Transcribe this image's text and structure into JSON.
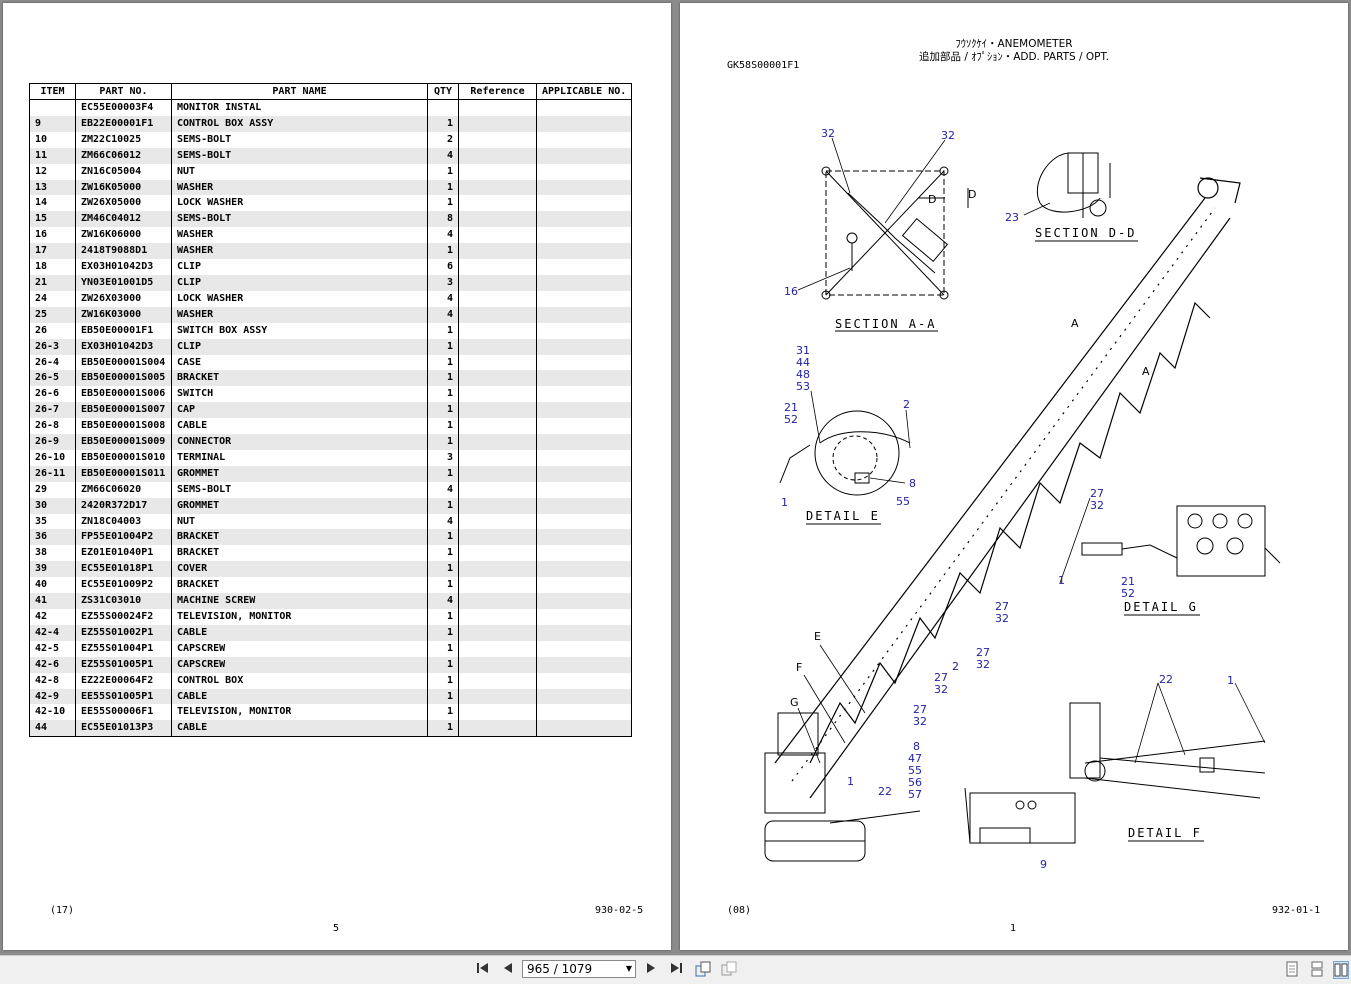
{
  "left_page": {
    "headers": {
      "item": "ITEM",
      "part_no": "PART NO.",
      "part_name": "PART NAME",
      "qty": "QTY",
      "reference": "Reference",
      "applicable": "APPLICABLE NO."
    },
    "rows": [
      [
        "",
        "EC55E00003F4",
        "MONITOR INSTAL",
        ""
      ],
      [
        "9",
        "EB22E00001F1",
        "CONTROL BOX ASSY",
        "1"
      ],
      [
        "10",
        "ZM22C10025",
        "SEMS-BOLT",
        "2"
      ],
      [
        "11",
        "ZM66C06012",
        "SEMS-BOLT",
        "4"
      ],
      [
        "12",
        "ZN16C05004",
        "NUT",
        "1"
      ],
      [
        "13",
        "ZW16K05000",
        "WASHER",
        "1"
      ],
      [
        "14",
        "ZW26X05000",
        "LOCK WASHER",
        "1"
      ],
      [
        "15",
        "ZM46C04012",
        "SEMS-BOLT",
        "8"
      ],
      [
        "16",
        "ZW16K06000",
        "WASHER",
        "4"
      ],
      [
        "17",
        "2418T9088D1",
        "WASHER",
        "1"
      ],
      [
        "18",
        "EX03H01042D3",
        "CLIP",
        "6"
      ],
      [
        "21",
        "YN03E01001D5",
        "CLIP",
        "3"
      ],
      [
        "24",
        "ZW26X03000",
        "LOCK WASHER",
        "4"
      ],
      [
        "25",
        "ZW16K03000",
        "WASHER",
        "4"
      ],
      [
        "26",
        "EB50E00001F1",
        "SWITCH BOX ASSY",
        "1"
      ],
      [
        "26-3",
        "EX03H01042D3",
        "CLIP",
        "1"
      ],
      [
        "26-4",
        "EB50E00001S004",
        "CASE",
        "1"
      ],
      [
        "26-5",
        "EB50E00001S005",
        "BRACKET",
        "1"
      ],
      [
        "26-6",
        "EB50E00001S006",
        "SWITCH",
        "1"
      ],
      [
        "26-7",
        "EB50E00001S007",
        "CAP",
        "1"
      ],
      [
        "26-8",
        "EB50E00001S008",
        "CABLE",
        "1"
      ],
      [
        "26-9",
        "EB50E00001S009",
        "CONNECTOR",
        "1"
      ],
      [
        "26-10",
        "EB50E00001S010",
        "TERMINAL",
        "3"
      ],
      [
        "26-11",
        "EB50E00001S011",
        "GROMMET",
        "1"
      ],
      [
        "29",
        "ZM66C06020",
        "SEMS-BOLT",
        "4"
      ],
      [
        "30",
        "2420R372D17",
        "GROMMET",
        "1"
      ],
      [
        "35",
        "ZN18C04003",
        "NUT",
        "4"
      ],
      [
        "36",
        "FP55E01004P2",
        "BRACKET",
        "1"
      ],
      [
        "38",
        "EZ01E01040P1",
        "BRACKET",
        "1"
      ],
      [
        "39",
        "EC55E01018P1",
        "COVER",
        "1"
      ],
      [
        "40",
        "EC55E01009P2",
        "BRACKET",
        "1"
      ],
      [
        "41",
        "ZS31C03010",
        "MACHINE SCREW",
        "4"
      ],
      [
        "42",
        "EZ55S00024F2",
        "TELEVISION, MONITOR",
        "1"
      ],
      [
        "42-4",
        "EZ55S01002P1",
        "CABLE",
        "1"
      ],
      [
        "42-5",
        "EZ55S01004P1",
        "CAPSCREW",
        "1"
      ],
      [
        "42-6",
        "EZ55S01005P1",
        "CAPSCREW",
        "1"
      ],
      [
        "42-8",
        "EZ22E00064F2",
        "CONTROL BOX",
        "1"
      ],
      [
        "42-9",
        "EE55S01005P1",
        "CABLE",
        "1"
      ],
      [
        "42-10",
        "EE55S00006F1",
        "TELEVISION, MONITOR",
        "1"
      ],
      [
        "44",
        "EC55E01013P3",
        "CABLE",
        "1"
      ]
    ],
    "footer_left": "(17)",
    "footer_right": "930-02-5",
    "page_number": "5"
  },
  "right_page": {
    "title_line1": "ﾌｳｿｸｹｲ・ANEMOMETER",
    "title_line2": "追加部品 / ｵﾌﾟｼｮﾝ・ADD. PARTS / OPT.",
    "drawing_code": "GK58S00001F1",
    "labels": {
      "section_aa": "SECTION A-A",
      "section_dd": "SECTION D-D",
      "detail_e": "DETAIL E",
      "detail_g": "DETAIL G",
      "detail_f": "DETAIL F",
      "a_mark": "A",
      "d_mark": "D",
      "e_mark": "E",
      "f_mark": "F",
      "g_mark": "G"
    },
    "callouts": {
      "c32a": "32",
      "c32b": "32",
      "c16": "16",
      "c23": "23",
      "c31": "31",
      "c44": "44",
      "c48": "48",
      "c53": "53",
      "c21": "21",
      "c52": "52",
      "c2a": "2",
      "c1a": "1",
      "c8a": "8",
      "c55a": "55",
      "c27a": "27",
      "c32c": "32",
      "c1b": "1",
      "c21b": "21",
      "c52b": "52",
      "c27b": "27",
      "c32d": "32",
      "c27c": "27",
      "c32e": "32",
      "c2b": "2",
      "c27d": "27",
      "c32f": "32",
      "c27e": "27",
      "c32g": "32",
      "c8b": "8",
      "c47": "47",
      "c55b": "55",
      "c56": "56",
      "c57": "57",
      "c1c": "1",
      "c22a": "22",
      "c22b": "22",
      "c1d": "1",
      "c9": "9"
    },
    "footer_left": "(08)",
    "footer_right": "932-01-1",
    "page_number": "1"
  },
  "toolbar": {
    "page_indicator": "965 / 1079"
  }
}
